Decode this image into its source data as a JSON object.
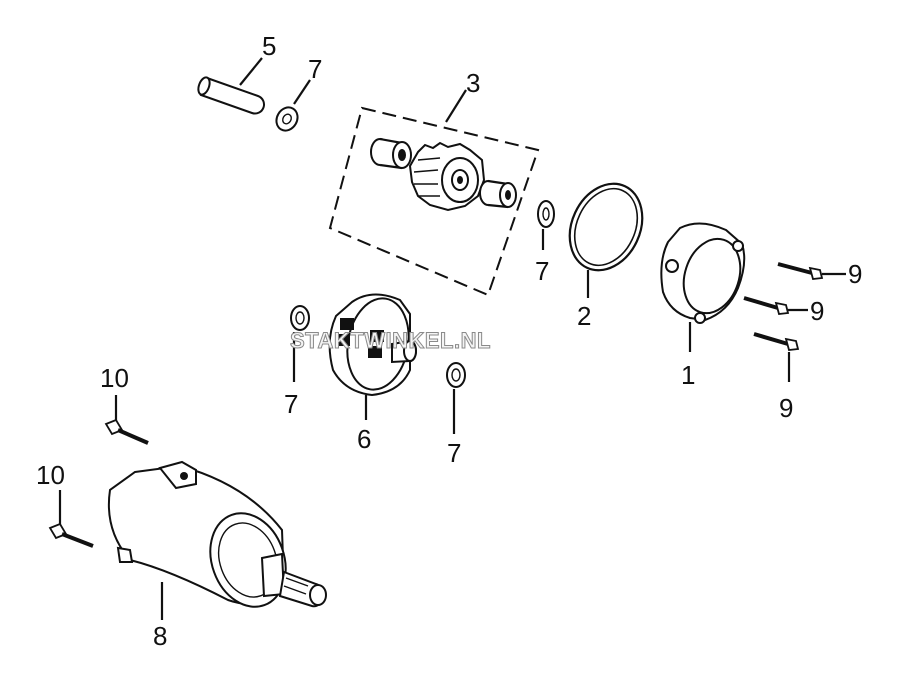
{
  "watermark": "STAKTWINKEL.NL",
  "callouts": {
    "c1": "1",
    "c2": "2",
    "c3": "3",
    "c5": "5",
    "c6": "6",
    "c7a": "7",
    "c7b": "7",
    "c7c": "7",
    "c7d": "7",
    "c8": "8",
    "c9a": "9",
    "c9b": "9",
    "c9c": "9",
    "c10a": "10",
    "c10b": "10"
  }
}
